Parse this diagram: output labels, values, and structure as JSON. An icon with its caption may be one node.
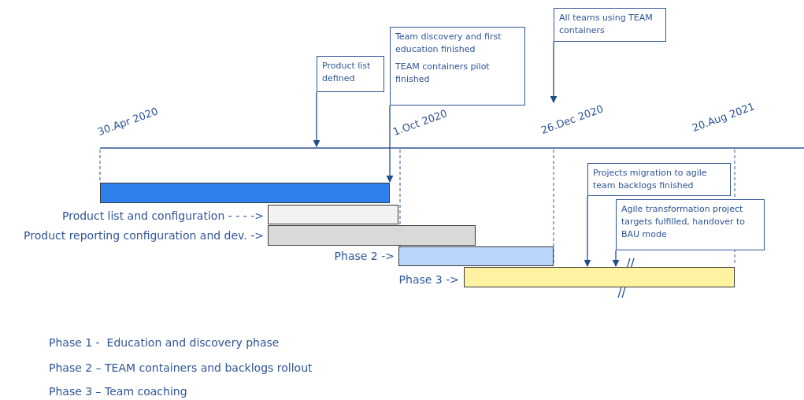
{
  "diagram": {
    "nodes": [
      {
        "text": [
          "Product list defined"
        ]
      },
      {
        "text": [
          "Team discovery and first education finished",
          "TEAM containers pilot finished"
        ]
      },
      {
        "text": [
          "All teams using TEAM containers"
        ]
      },
      {
        "text": [
          "Projects migration to agile team backlogs finished"
        ]
      },
      {
        "text": [
          "Agile transformation project targets fulfilled, handover to BAU mode"
        ]
      },
      {
        "text": [],
        "shape": "bar"
      },
      {
        "text": [],
        "shape": "bar",
        "beside": [
          "Product list and configuration - - - ->"
        ]
      },
      {
        "text": [],
        "shape": "bar",
        "beside": [
          "Product reporting configuration and dev. ->"
        ]
      },
      {
        "text": [],
        "shape": "bar",
        "beside": [
          "Phase 2 ->"
        ]
      },
      {
        "text": [],
        "shape": "bar",
        "beside": [
          "Phase 3 ->"
        ]
      },
      {
        "text": [
          "26.Dec 2020"
        ]
      }
    ],
    "edges": [
      {
        "from": 0,
        "to": null,
        "arrow": "to"
      },
      {
        "from": 1,
        "to": 5,
        "arrow": "to"
      },
      {
        "from": 2,
        "to": 10,
        "arrow": "to"
      },
      {
        "from": 3,
        "to": 9,
        "arrow": "to"
      },
      {
        "from": 4,
        "to": 9,
        "arrow": "to"
      }
    ],
    "labels": [
      "30.Apr 2020",
      "1.Oct 2020",
      "20.Aug 2021",
      "Phase 1 -  Education and discovery phase",
      "Phase 2 – TEAM containers and backlogs rollout",
      "Phase 3 – Team coaching"
    ]
  }
}
